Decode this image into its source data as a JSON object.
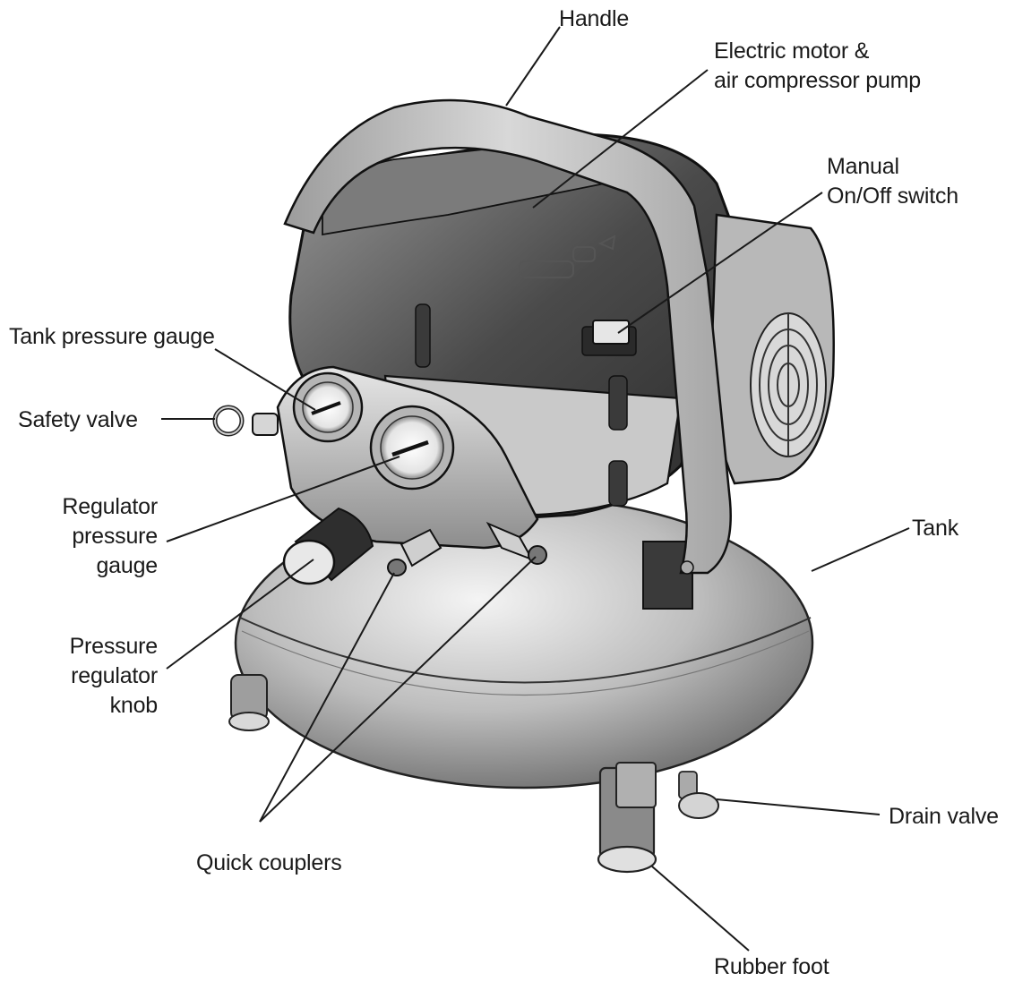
{
  "labels": {
    "handle": "Handle",
    "motor_line1": "Electric motor &",
    "motor_line2": "air compressor pump",
    "switch_line1": "Manual",
    "switch_line2": "On/Off  switch",
    "tank_gauge": "Tank pressure gauge",
    "safety_valve": "Safety valve",
    "reg_gauge_line1": "Regulator",
    "reg_gauge_line2": "pressure",
    "reg_gauge_line3": "gauge",
    "knob_line1": "Pressure",
    "knob_line2": "regulator",
    "knob_line3": "knob",
    "tank": "Tank",
    "quick_couplers": "Quick couplers",
    "drain_valve": "Drain valve",
    "rubber_foot": "Rubber foot"
  }
}
